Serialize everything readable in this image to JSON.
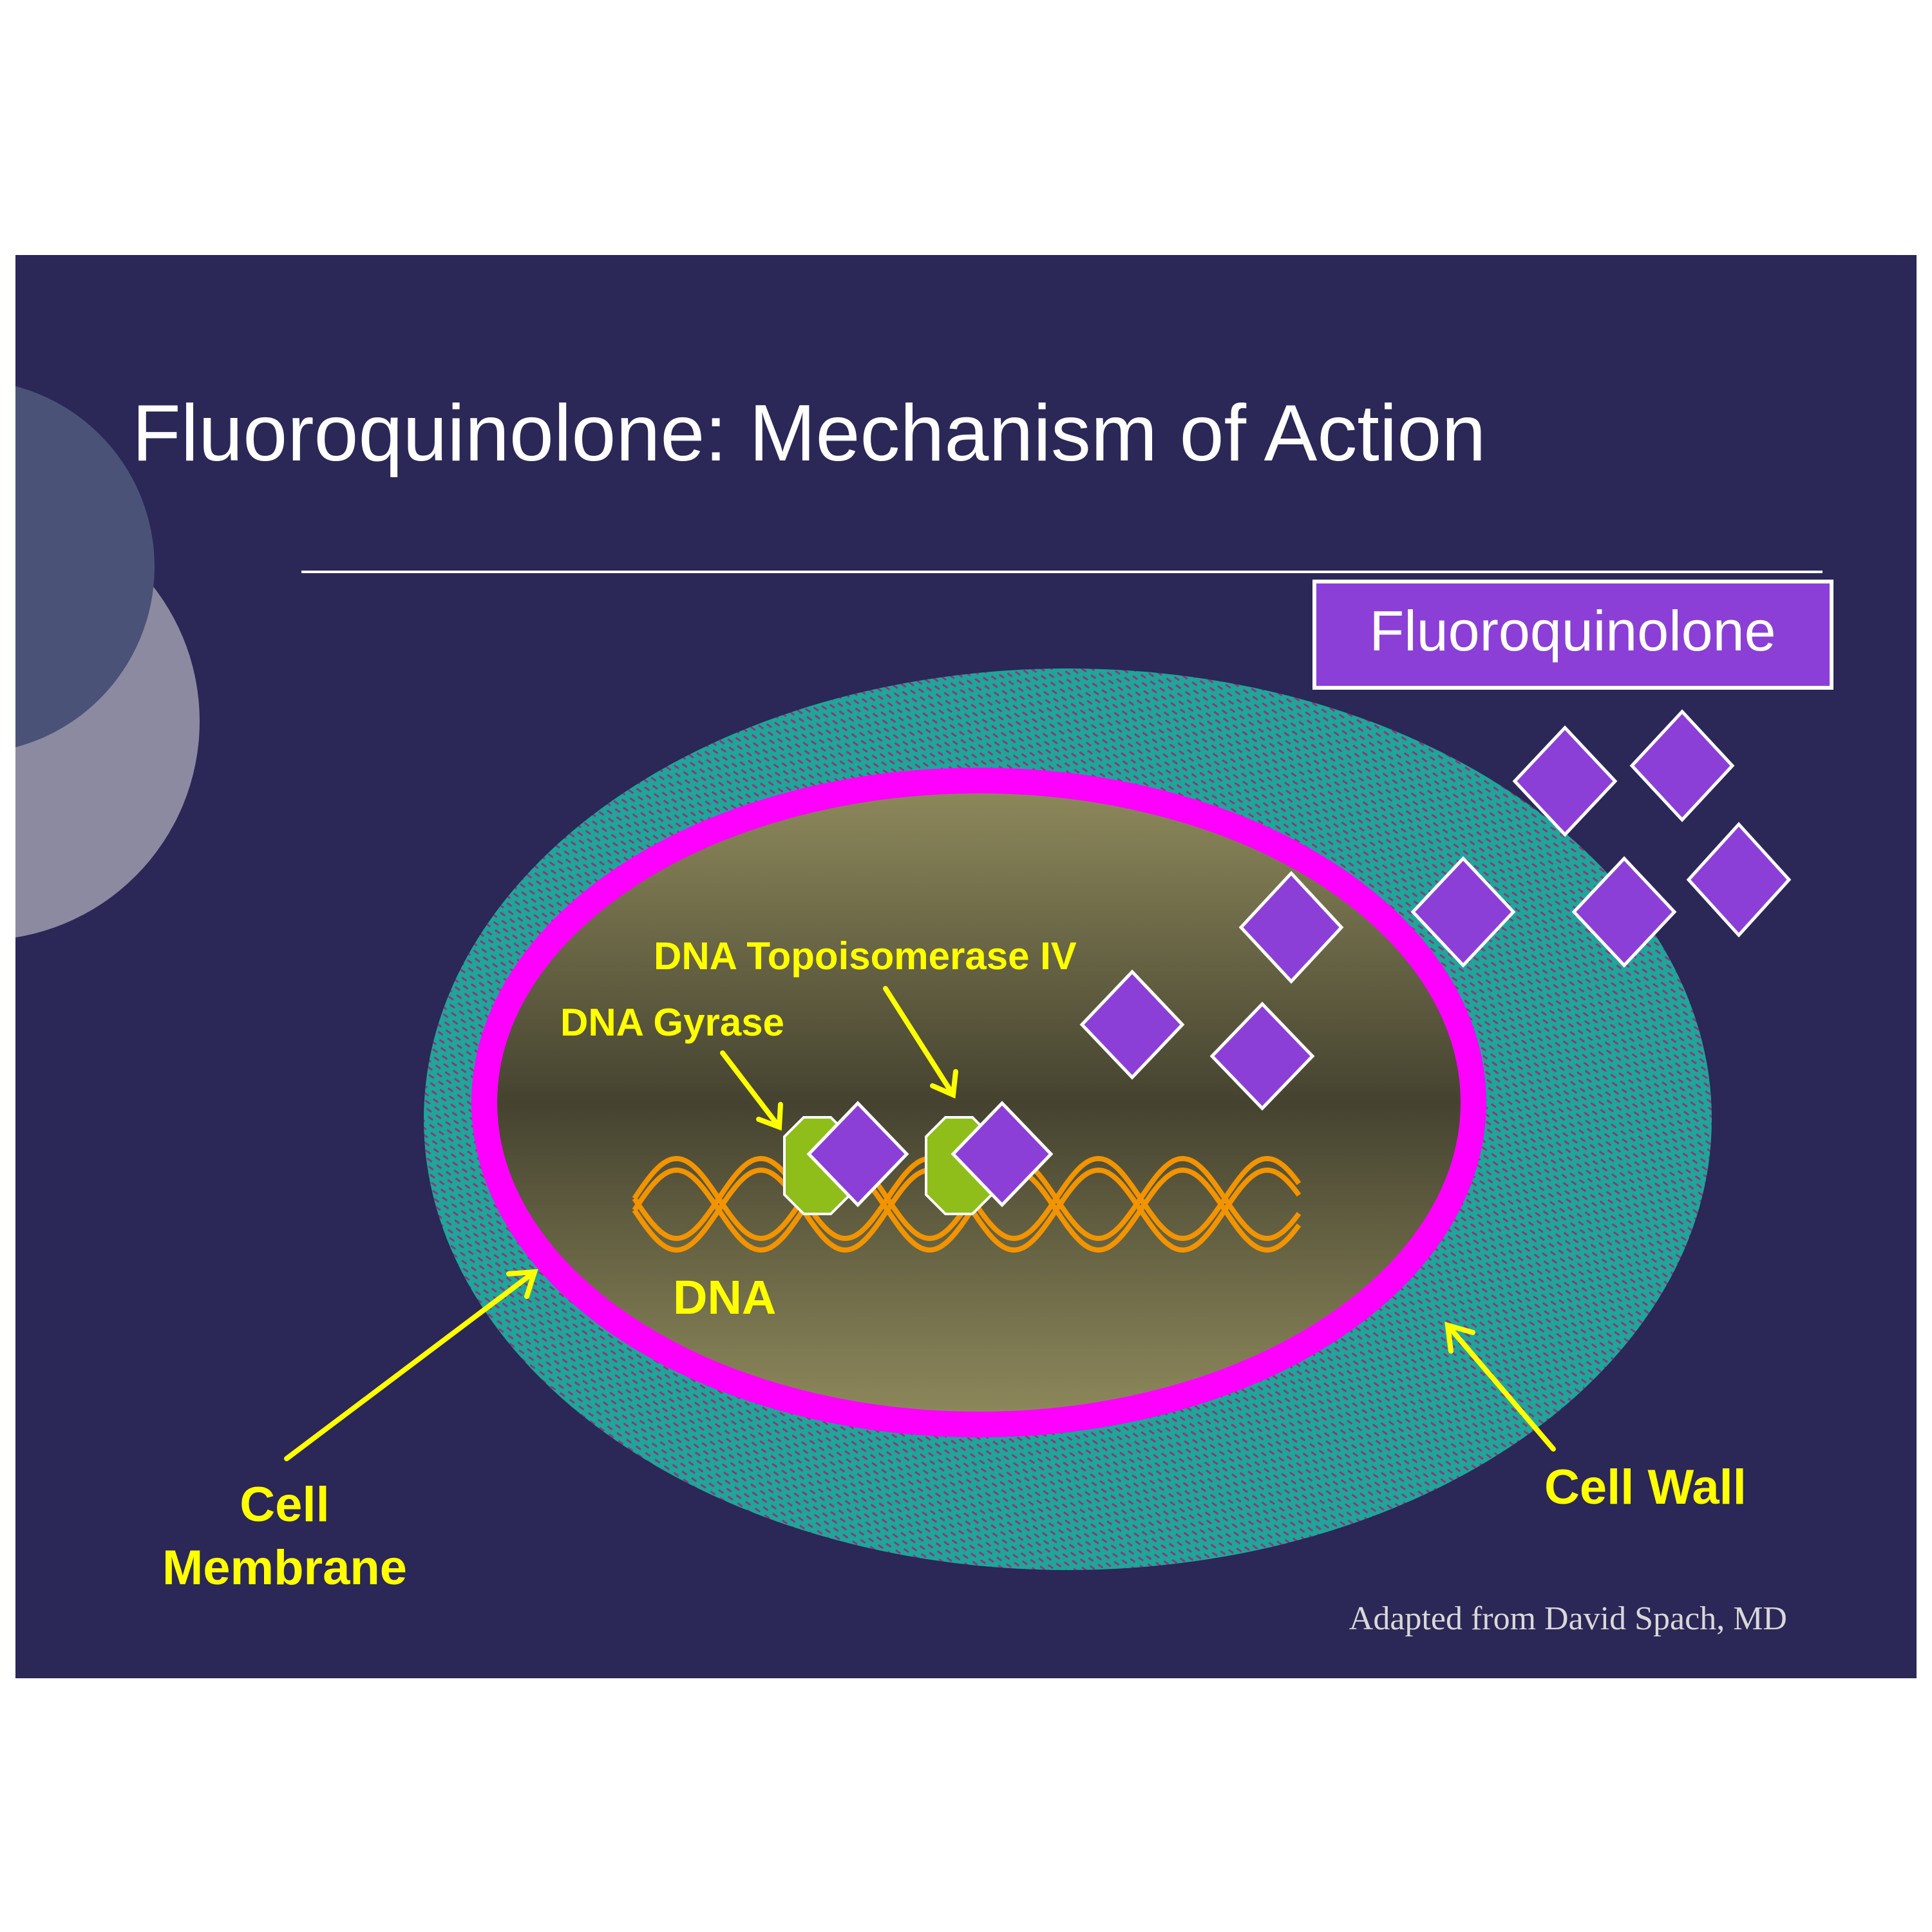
{
  "slide": {
    "title": "Fluoroquinolone: Mechanism of Action",
    "drug_box_label": "Fluoroquinolone",
    "credit": "Adapted from David Spach, MD"
  },
  "labels": {
    "topoisomerase": "DNA Topoisomerase IV",
    "gyrase": "DNA Gyrase",
    "dna": "DNA",
    "cell_membrane_line1": "Cell",
    "cell_membrane_line2": "Membrane",
    "cell_wall": "Cell Wall"
  },
  "colors": {
    "background": "#2b2757",
    "accent_circle_dark": "#4a5278",
    "accent_circle_light": "#8c8aa1",
    "cell_wall": "#1fa59a",
    "cell_wall_hatch": "#8a3a7a",
    "cell_membrane": "#ff00ff",
    "cytoplasm_light": "#8f8a5c",
    "cytoplasm_dark": "#454330",
    "dna": "#f29400",
    "enzyme": "#8fbe1a",
    "drug": "#8b3fd6",
    "label_yellow": "#ffff00",
    "credit_text": "#d8d8d8"
  }
}
